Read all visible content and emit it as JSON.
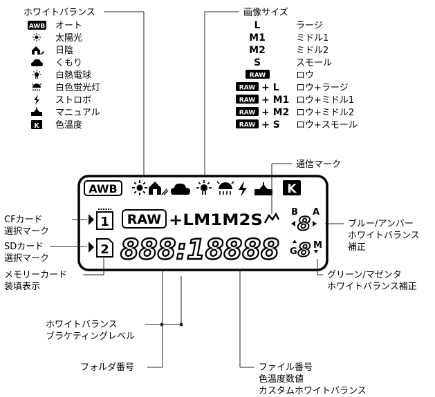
{
  "wb_legend": {
    "heading": "ホワイトバランス",
    "items": [
      {
        "symbol": "AWB",
        "label": "オート",
        "icon": "awb-badge"
      },
      {
        "symbol": "",
        "label": "太陽光",
        "icon": "sun-icon"
      },
      {
        "symbol": "",
        "label": "日陰",
        "icon": "shade-icon"
      },
      {
        "symbol": "",
        "label": "くもり",
        "icon": "cloud-icon"
      },
      {
        "symbol": "",
        "label": "白熱電球",
        "icon": "tungsten-icon"
      },
      {
        "symbol": "",
        "label": "白色蛍光灯",
        "icon": "fluorescent-icon"
      },
      {
        "symbol": "",
        "label": "ストロボ",
        "icon": "flash-icon"
      },
      {
        "symbol": "",
        "label": "マニュアル",
        "icon": "custom-wb-icon"
      },
      {
        "symbol": "K",
        "label": "色温度",
        "icon": "kelvin-badge"
      }
    ]
  },
  "size_legend": {
    "heading": "画像サイズ",
    "items": [
      {
        "code": "L",
        "label": "ラージ"
      },
      {
        "code": "M1",
        "label": "ミドル1"
      },
      {
        "code": "M2",
        "label": "ミドル2"
      },
      {
        "code": "S",
        "label": "スモール"
      },
      {
        "code": "RAW",
        "label": "ロウ"
      },
      {
        "code": "RAW + L",
        "label": "ロウ+ラージ"
      },
      {
        "code": "RAW + M1",
        "label": "ロウ+ミドル1"
      },
      {
        "code": "RAW + M2",
        "label": "ロウ+ミドル2"
      },
      {
        "code": "RAW + S",
        "label": "ロウ+スモール"
      }
    ]
  },
  "lcd": {
    "wb_awb": "AWB",
    "wb_kelvin": "K",
    "size_row": "+LM1M2S",
    "raw": "RAW",
    "card1": "1",
    "card2": "2",
    "main_digits": "888:18888",
    "wb_shift_b": "B",
    "wb_shift_a": "A",
    "wb_shift_g": "G",
    "wb_shift_m": "M",
    "digit": "8"
  },
  "callouts": {
    "comm": "通信マーク",
    "cf": [
      "CFカード",
      "選択マーク"
    ],
    "sd": [
      "SDカード",
      "選択マーク"
    ],
    "mem": [
      "メモリーカード",
      "装填表示"
    ],
    "ba": [
      "ブルー/アンバー",
      "ホワイトバランス",
      "補正"
    ],
    "gm": [
      "グリーン/マゼンタ",
      "ホワイトバランス補正"
    ],
    "bracket": [
      "ホワイトバランス",
      "ブラケティングレベル"
    ],
    "folder": "フォルダ番号",
    "file": [
      "ファイル番号",
      "色温度数値",
      "カスタムホワイトバランス"
    ]
  },
  "colors": {
    "ink": "#000000",
    "line": "#222222",
    "paper": "#ffffff"
  }
}
